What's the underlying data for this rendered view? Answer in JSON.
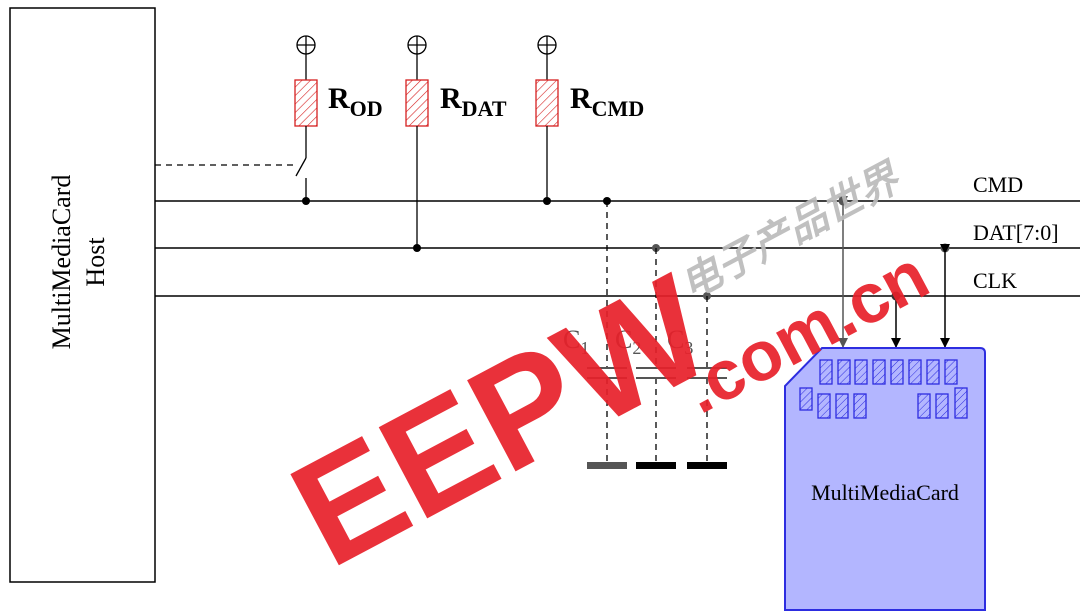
{
  "host": {
    "line1": "MultiMediaCard",
    "line2": "Host"
  },
  "resistors": [
    {
      "letter": "R",
      "sub": "OD"
    },
    {
      "letter": "R",
      "sub": "DAT"
    },
    {
      "letter": "R",
      "sub": "CMD"
    }
  ],
  "buses": {
    "cmd": "CMD",
    "dat": "DAT[7:0]",
    "clk": "CLK"
  },
  "capacitors": [
    {
      "letter": "C",
      "sub": "1"
    },
    {
      "letter": "C",
      "sub": "2"
    },
    {
      "letter": "C",
      "sub": "3"
    }
  ],
  "card": {
    "label": "MultiMediaCard"
  },
  "watermark": {
    "logo": "EEPW",
    "domain": ".com.cn",
    "chinese": "电子产品世界"
  },
  "colors": {
    "resistor": "#d62020",
    "card_fill": "#b3b6ff",
    "card_stroke": "#2d2de0",
    "watermark": "#e8202a"
  }
}
